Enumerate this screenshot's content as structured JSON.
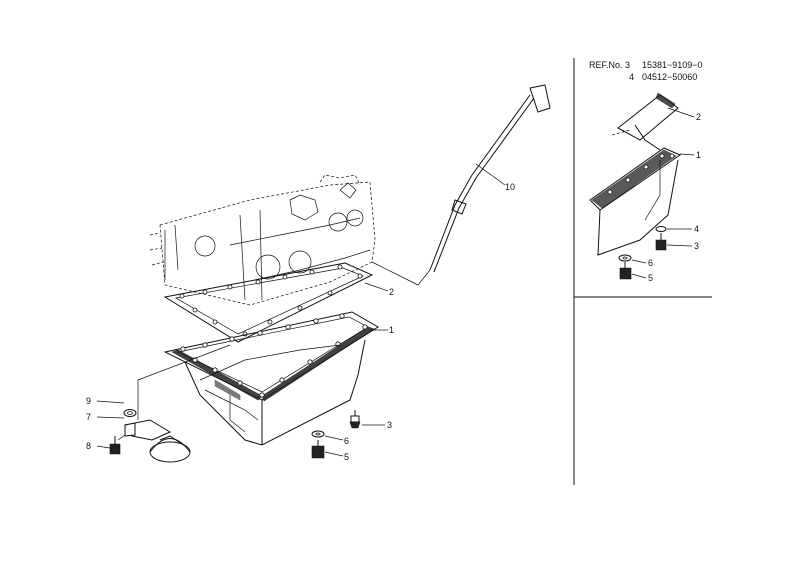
{
  "reference": {
    "line1_prefix": "REF.No. 3",
    "line1_part": "15381−9109−0",
    "line2_prefix": "4",
    "line2_part": "04512−50060"
  },
  "main_callouts": [
    {
      "id": "callout-2",
      "label": "2"
    },
    {
      "id": "callout-1",
      "label": "1"
    },
    {
      "id": "callout-10",
      "label": "10"
    },
    {
      "id": "callout-3",
      "label": "3"
    },
    {
      "id": "callout-6",
      "label": "6"
    },
    {
      "id": "callout-5",
      "label": "5"
    },
    {
      "id": "callout-9",
      "label": "9"
    },
    {
      "id": "callout-7",
      "label": "7"
    },
    {
      "id": "callout-8",
      "label": "8"
    }
  ],
  "inset_callouts": [
    {
      "id": "inset-callout-2",
      "label": "2"
    },
    {
      "id": "inset-callout-1",
      "label": "1"
    },
    {
      "id": "inset-callout-4",
      "label": "4"
    },
    {
      "id": "inset-callout-3",
      "label": "3"
    },
    {
      "id": "inset-callout-6",
      "label": "6"
    },
    {
      "id": "inset-callout-5",
      "label": "5"
    }
  ]
}
